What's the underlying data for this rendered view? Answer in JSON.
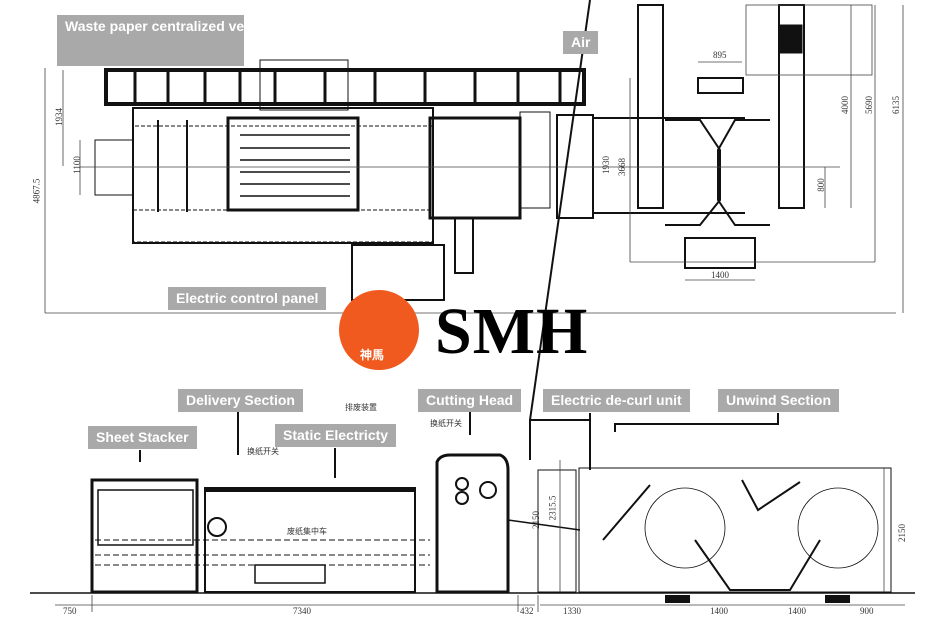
{
  "brand": {
    "name": "SMH",
    "logo_text": "神馬",
    "color": "#f05a1e"
  },
  "plan_view": {
    "labels": {
      "waste_channel": "Waste paper centralized vehicle channel",
      "air": "Air",
      "control_panel": "Electric control panel"
    },
    "dimensions": [
      "1934",
      "1100",
      "4867.5",
      "895",
      "1930",
      "3668",
      "4000",
      "5690",
      "6135",
      "800",
      "1400"
    ]
  },
  "elevation_view": {
    "labels": {
      "delivery": "Delivery Section",
      "stacker": "Sheet Stacker",
      "static": "Static Electricty",
      "cutting": "Cutting Head",
      "decurl": "Electric de-curl unit",
      "unwind": "Unwind Section"
    },
    "chinese_notes": {
      "waste_device": "排废装置",
      "switch1": "换纸开关",
      "switch2": "换纸开关",
      "waste_cart": "废纸集中车"
    },
    "vertical_dims": {
      "height_cut": "2315.5",
      "height_cut2": "2150",
      "height_unwind": "2150"
    },
    "bottom_dims": [
      "750",
      "7340",
      "432",
      "1330",
      "1400",
      "1400",
      "900"
    ]
  },
  "colors": {
    "tag_bg": "#a9a9a9",
    "line": "#111111"
  }
}
